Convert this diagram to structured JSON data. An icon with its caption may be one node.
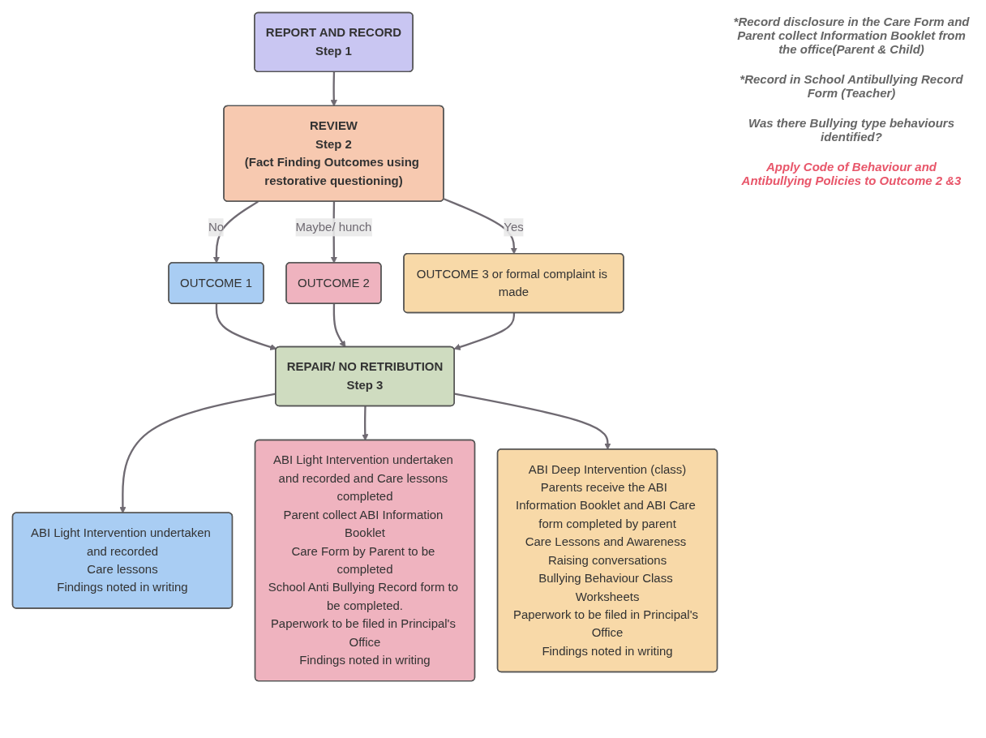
{
  "diagram": {
    "nodes": [
      {
        "text": [
          "REPORT AND RECORD",
          "Step 1"
        ]
      },
      {
        "text": [
          "REVIEW",
          "Step 2",
          "(Fact Finding Outcomes using restorative questioning)"
        ]
      },
      {
        "text": [
          "OUTCOME 1"
        ]
      },
      {
        "text": [
          "OUTCOME 2"
        ]
      },
      {
        "text": [
          "OUTCOME 3 or formal complaint is made"
        ]
      },
      {
        "text": [
          "REPAIR/ NO RETRIBUTION",
          "Step 3"
        ]
      },
      {
        "text": [
          "ABI Light Intervention undertaken and recorded",
          "Care lessons",
          "Findings noted in writing"
        ]
      },
      {
        "text": [
          "ABI Light Intervention undertaken and recorded and Care lessons completed",
          "Parent collect ABI Information Booklet",
          "Care Form by Parent to be completed",
          "School Anti Bullying Record form to be completed.",
          "Paperwork to be filed in Principal's Office",
          "Findings noted in writing"
        ]
      },
      {
        "text": [
          "ABI Deep Intervention (class)",
          "Parents receive the ABI  Information Booklet and ABI Care form completed by parent",
          "Care Lessons and Awareness Raising conversations",
          "Bullying Behaviour Class Worksheets",
          "Paperwork to be filed in Principal's Office",
          "Findings noted in writing"
        ]
      }
    ],
    "edges": [
      {
        "from": 0,
        "to": 1,
        "arrow": "to"
      },
      {
        "from": 1,
        "to": 2,
        "arrow": "to",
        "label": "No"
      },
      {
        "from": 1,
        "to": 3,
        "arrow": "to",
        "label": "Maybe/ hunch"
      },
      {
        "from": 1,
        "to": 4,
        "arrow": "to",
        "label": "Yes"
      },
      {
        "from": 2,
        "to": 5,
        "arrow": "to"
      },
      {
        "from": 3,
        "to": 5,
        "arrow": "to"
      },
      {
        "from": 4,
        "to": 5,
        "arrow": "to"
      },
      {
        "from": 5,
        "to": 6,
        "arrow": "to"
      },
      {
        "from": 5,
        "to": 7,
        "arrow": "to"
      },
      {
        "from": 5,
        "to": 8,
        "arrow": "to"
      }
    ],
    "labels": [
      "*Record disclosure in the Care Form and Parent collect Information Booklet from the office(Parent & Child)",
      "*Record in School Antibullying Record Form (Teacher)",
      "Was there Bullying type behaviours identified?",
      "Apply Code of Behaviour and Antibullying Policies to Outcome 2 &3"
    ]
  }
}
